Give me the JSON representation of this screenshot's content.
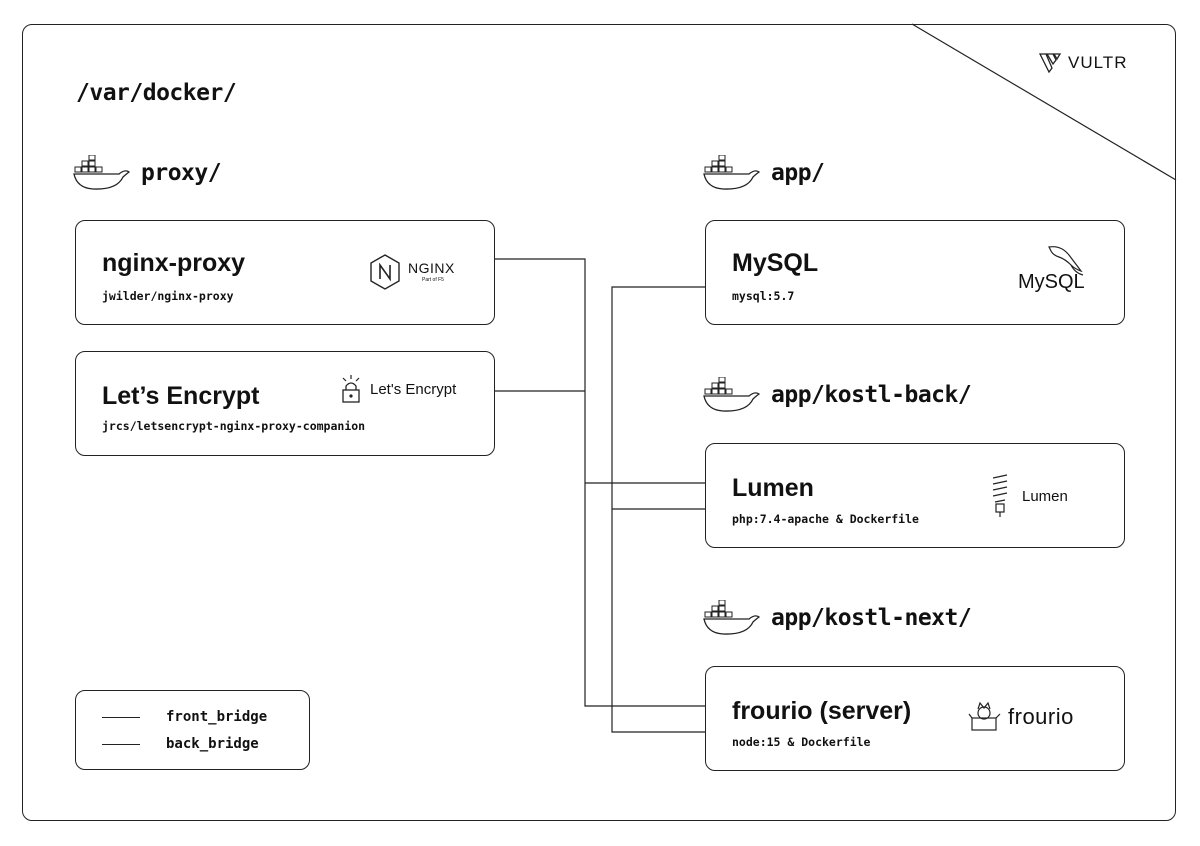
{
  "title": "/var/docker/",
  "brand": {
    "name": "VULTR"
  },
  "sections": {
    "proxy": "proxy/",
    "app": "app/",
    "back": "app/kostl-back/",
    "next": "app/kostl-next/"
  },
  "cards": {
    "nginx": {
      "name": "nginx-proxy",
      "image": "jwilder/nginx-proxy",
      "logo_text": "NGINX",
      "logo_sub": "Part of F5"
    },
    "letsencrypt": {
      "name": "Let’s Encrypt",
      "image": "jrcs/letsencrypt-nginx-proxy-companion",
      "logo_text": "Let's Encrypt"
    },
    "mysql": {
      "name": "MySQL",
      "image": "mysql:5.7",
      "logo_text": "MySQL"
    },
    "lumen": {
      "name": "Lumen",
      "image": "php:7.4-apache & Dockerfile",
      "logo_text": "Lumen"
    },
    "frourio": {
      "name": "frourio (server)",
      "image": "node:15 & Dockerfile",
      "logo_text": "frourio"
    }
  },
  "legend": {
    "front": "front_bridge",
    "back": "back_bridge"
  },
  "colors": {
    "line": "#222222",
    "background": "#ffffff"
  },
  "icons": [
    "docker-icon",
    "nginx-logo-icon",
    "letsencrypt-logo-icon",
    "mysql-dolphin-icon",
    "lumen-logo-icon",
    "frourio-logo-icon",
    "vultr-logo-icon"
  ]
}
